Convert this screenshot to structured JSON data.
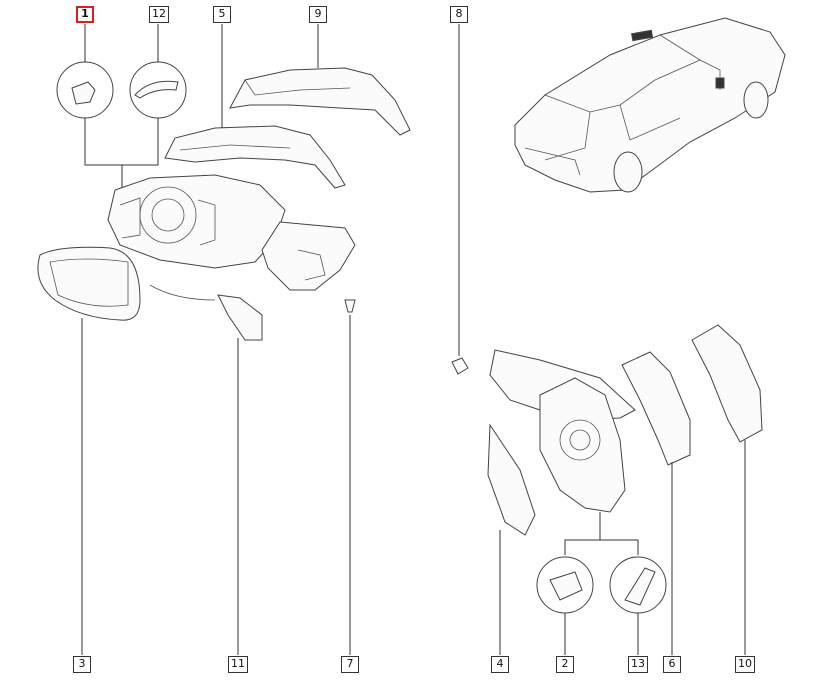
{
  "callouts": {
    "c1": "1",
    "c12": "12",
    "c5": "5",
    "c9": "9",
    "c8": "8",
    "c3": "3",
    "c11": "11",
    "c7": "7",
    "c4": "4",
    "c2": "2",
    "c13": "13",
    "c6": "6",
    "c10": "10"
  },
  "colors": {
    "highlight": "#e01c1c",
    "line": "#333333"
  }
}
